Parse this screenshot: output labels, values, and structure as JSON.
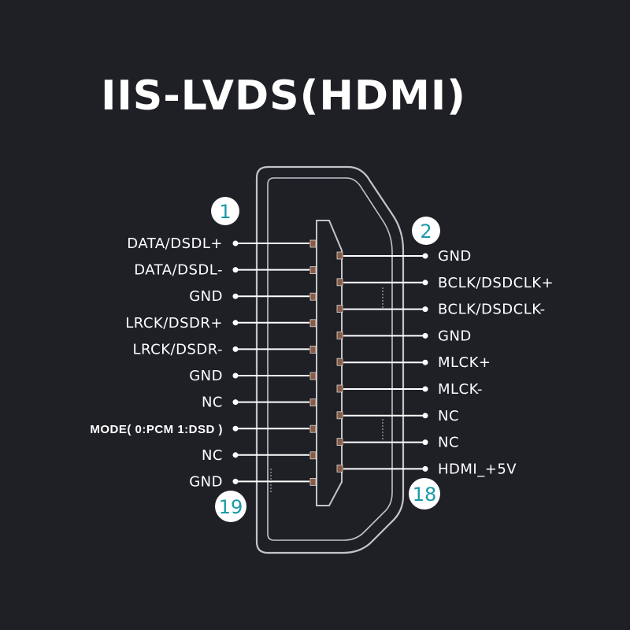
{
  "title": "IIS-LVDS(HDMI)",
  "colors": {
    "background": "#1f2026",
    "text": "#ffffff",
    "badge_fill": "#ffffff",
    "badge_text": "#1a9aa8",
    "pad_fill": "#8a5a44"
  },
  "markers": {
    "top_left": "1",
    "top_right": "2",
    "bottom_left": "19",
    "bottom_right": "18"
  },
  "left_pins": [
    "DATA/DSDL+",
    "DATA/DSDL-",
    "GND",
    "LRCK/DSDR+",
    "LRCK/DSDR-",
    "GND",
    "NC",
    "MODE( 0:PCM 1:DSD )",
    "NC",
    "GND"
  ],
  "right_pins": [
    "GND",
    "BCLK/DSDCLK+",
    "BCLK/DSDCLK-",
    "GND",
    "MLCK+",
    "MLCK-",
    "NC",
    "NC",
    "HDMI_+5V"
  ]
}
